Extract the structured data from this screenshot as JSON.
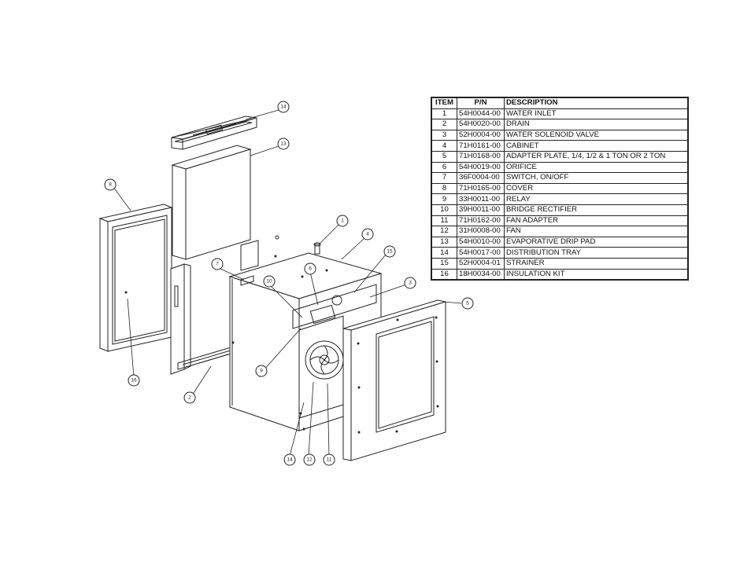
{
  "table": {
    "headers": {
      "item": "ITEM",
      "pn": "P/N",
      "description": "DESCRIPTION"
    },
    "rows": [
      {
        "item": "1",
        "pn": "54H0044-00",
        "description": "WATER INLET"
      },
      {
        "item": "2",
        "pn": "54H0020-00",
        "description": "DRAIN"
      },
      {
        "item": "3",
        "pn": "52H0004-00",
        "description": "WATER SOLENOID VALVE"
      },
      {
        "item": "4",
        "pn": "71H0161-00",
        "description": "CABINET"
      },
      {
        "item": "5",
        "pn": "71H0168-00",
        "description": "ADAPTER PLATE, 1/4, 1/2 & 1 TON OR 2 TON"
      },
      {
        "item": "6",
        "pn": "54H0019-00",
        "description": "ORIFICE"
      },
      {
        "item": "7",
        "pn": "36F0004-00",
        "description": "SWITCH, ON/OFF"
      },
      {
        "item": "8",
        "pn": "71H0165-00",
        "description": "COVER"
      },
      {
        "item": "9",
        "pn": "33H0011-00",
        "description": "RELAY"
      },
      {
        "item": "10",
        "pn": "39H0011-00",
        "description": "BRIDGE RECTIFIER"
      },
      {
        "item": "11",
        "pn": "71H0162-00",
        "description": "FAN ADAPTER"
      },
      {
        "item": "12",
        "pn": "31H0008-00",
        "description": "FAN"
      },
      {
        "item": "13",
        "pn": "54H0010-00",
        "description": "EVAPORATIVE DRIP PAD"
      },
      {
        "item": "14",
        "pn": "54H0017-00",
        "description": "DISTRIBUTION TRAY"
      },
      {
        "item": "15",
        "pn": "52H0004-01",
        "description": "STRAINER"
      },
      {
        "item": "16",
        "pn": "18H0034-00",
        "description": "INSULATION KIT"
      }
    ]
  },
  "callouts": [
    "14",
    "13",
    "8",
    "16",
    "2",
    "7",
    "1",
    "4",
    "15",
    "6",
    "10",
    "3",
    "5",
    "9",
    "14",
    "12",
    "11"
  ]
}
